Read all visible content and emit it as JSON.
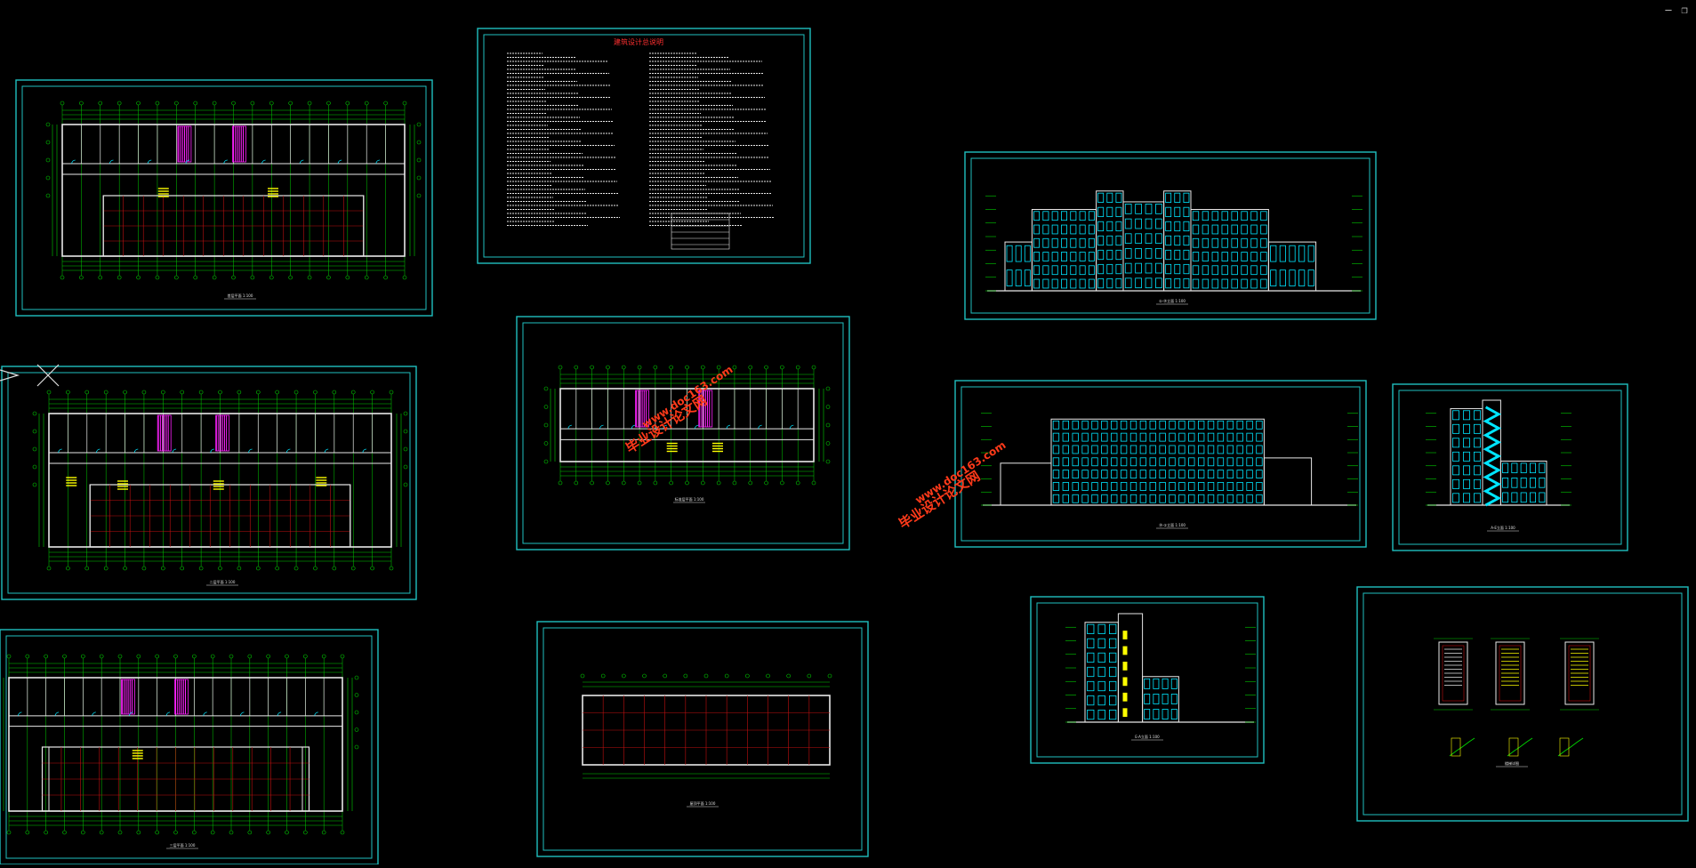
{
  "window": {
    "minimize_icon": "minimize-icon",
    "restore_icon": "restore-icon"
  },
  "colors": {
    "background": "#000000",
    "frame": "#1fbfbf",
    "grid_green": "#00d000",
    "grid_red": "#c01010",
    "wall_white": "#e8e8e8",
    "magenta": "#ff20ff",
    "yellow": "#ffff00",
    "cyan": "#00e5ff",
    "watermark": "#ff3a1a"
  },
  "sheets": {
    "design_notes_title": "建筑设计总说明",
    "plan_caption_1": "首层平面 1:100",
    "plan_caption_2": "二层平面 1:100",
    "plan_caption_3": "三层平面 1:100",
    "plan_caption_4": "标准层平面 1:100",
    "roof_caption": "屋顶平面 1:100",
    "elev_caption_1": "①-⑭立面 1:100",
    "elev_caption_2": "⑭-①立面 1:100",
    "side_caption_1": "A-E立面 1:100",
    "side_caption_2": "E-A立面 1:100",
    "stair_caption": "楼梯详图"
  },
  "watermarks": {
    "line1": "毕业设计论文网",
    "line2": "www.doc163.com"
  }
}
